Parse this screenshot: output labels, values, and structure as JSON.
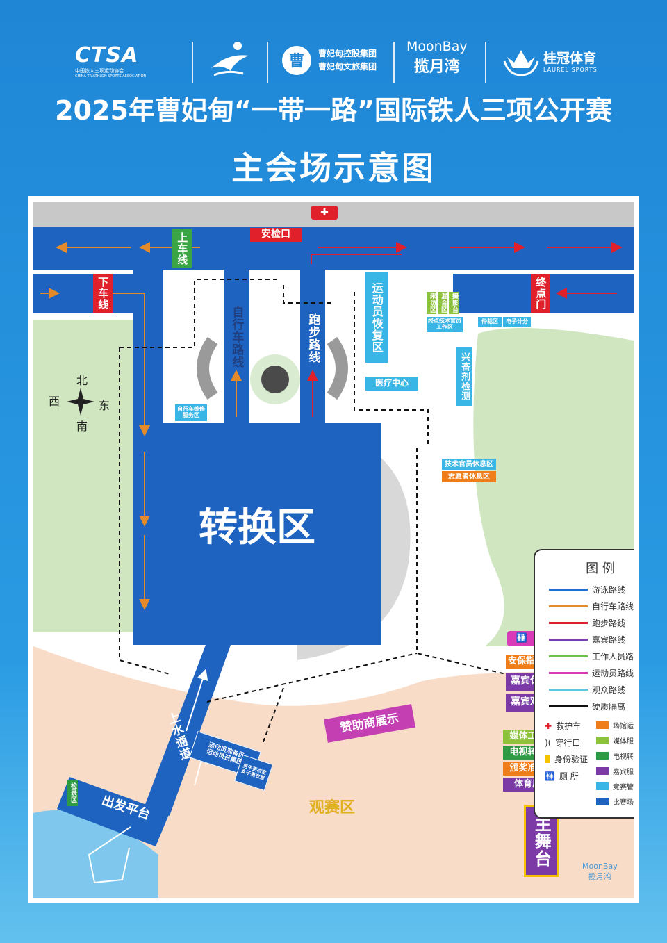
{
  "header": {
    "logo_ctsa": "CTSA",
    "logo_ctsa_cn": "中国铁人三项运动协会",
    "logo_ctsa_en": "CHINA TRIATHLON SPORTS ASSOCIATION",
    "logo_caofeidian_1": "曹妃甸控股集团",
    "logo_caofeidian_2": "曹妃甸文旅集团",
    "logo_moonbay_en": "MoonBay",
    "logo_moonbay_cn": "揽月湾",
    "logo_laurel_cn": "桂冠体育",
    "logo_laurel_en": "LAUREL SPORTS",
    "title": "2025年曹妃甸“一带一路”国际铁人三项公开赛",
    "subtitle": "主会场示意图"
  },
  "map": {
    "shangcheixian": "上车线",
    "xiachexian": "下车线",
    "anjiankou": "安检口",
    "zhongdianmen": "终点门",
    "zixingche_luxian": "自行车路线",
    "paobu_luxian": "跑步路线",
    "yundongyuan_huifu": "运动员恢复区",
    "yiliao_zhongxin": "医疗中心",
    "xingfenji": "兴奋剂检测",
    "caifangqu": "采访区",
    "hunhequ": "混合区",
    "sheyingtai": "摄影台",
    "zhongdian_jishu": "终点技术官员工作区",
    "zhongcaiqu": "仲裁区",
    "dianzi_jifen": "电子计分",
    "zixingche_weixiu": "自行车维修服务区",
    "jishu_guanyuan_xiuxi": "技术官员休息区",
    "zhiyuanzhe_xiuxi": "志愿者休息区",
    "zhuanhuanqu": "转换区",
    "anbao_zhihui": "安保指挥中心",
    "jiabin_xiuxi": "嘉宾休息区",
    "jiabin_guansai": "嘉宾观赛区",
    "zanzhushang": "赞助商展示",
    "shangshui_tongdao": "上水通道",
    "yundongyuan_beizhan": "运动员准备区",
    "yundongyuan_jijie": "运动员召集区",
    "nanzi_gengyi": "男子更衣室",
    "nvzi_gengyi": "女子更衣室",
    "chufa_pingtai": "出发平台",
    "guansaiqu": "观赛区",
    "meiti_gongzuo": "媒体工作区",
    "dianshi_zhuanbo": "电视转播区",
    "banjiang_zhunbei": "颁奖准备区",
    "tiyu_zhanshi": "体育展示",
    "zhuwutai": "主舞台",
    "jiancha": "检录区",
    "compass": {
      "n": "北",
      "s": "南",
      "w": "西",
      "e": "东"
    }
  },
  "legend": {
    "title": "图  例",
    "lines": [
      {
        "label": "游泳路线",
        "color": "#1e6fd0"
      },
      {
        "label": "自行车路线",
        "color": "#e58a2a"
      },
      {
        "label": "跑步路线",
        "color": "#e0202a"
      },
      {
        "label": "嘉宾路线",
        "color": "#7a3fb0"
      },
      {
        "label": "工作人员路线",
        "color": "#6cc04a"
      },
      {
        "label": "运动员路线",
        "color": "#d83ab8"
      },
      {
        "label": "观众路线",
        "color": "#5cc8e0"
      },
      {
        "label": "硬质隔离",
        "color": "#111111"
      }
    ],
    "icons": [
      {
        "label": "救护车"
      },
      {
        "label": "穿行口"
      },
      {
        "label": "身份验证"
      },
      {
        "label": "厕 所"
      }
    ],
    "swatches": [
      {
        "label": "场馆运行区",
        "color": "#ef7d1a"
      },
      {
        "label": "媒体服务区",
        "color": "#8dc23d"
      },
      {
        "label": "电视转播区",
        "color": "#2e9a44"
      },
      {
        "label": "嘉宾服务区",
        "color": "#7b3aa6"
      },
      {
        "label": "竞赛管理区",
        "color": "#3ab6e6"
      },
      {
        "label": "比赛场地",
        "color": "#1f63c0"
      }
    ]
  },
  "watermark": {
    "en": "MoonBay",
    "cn": "揽月湾"
  }
}
